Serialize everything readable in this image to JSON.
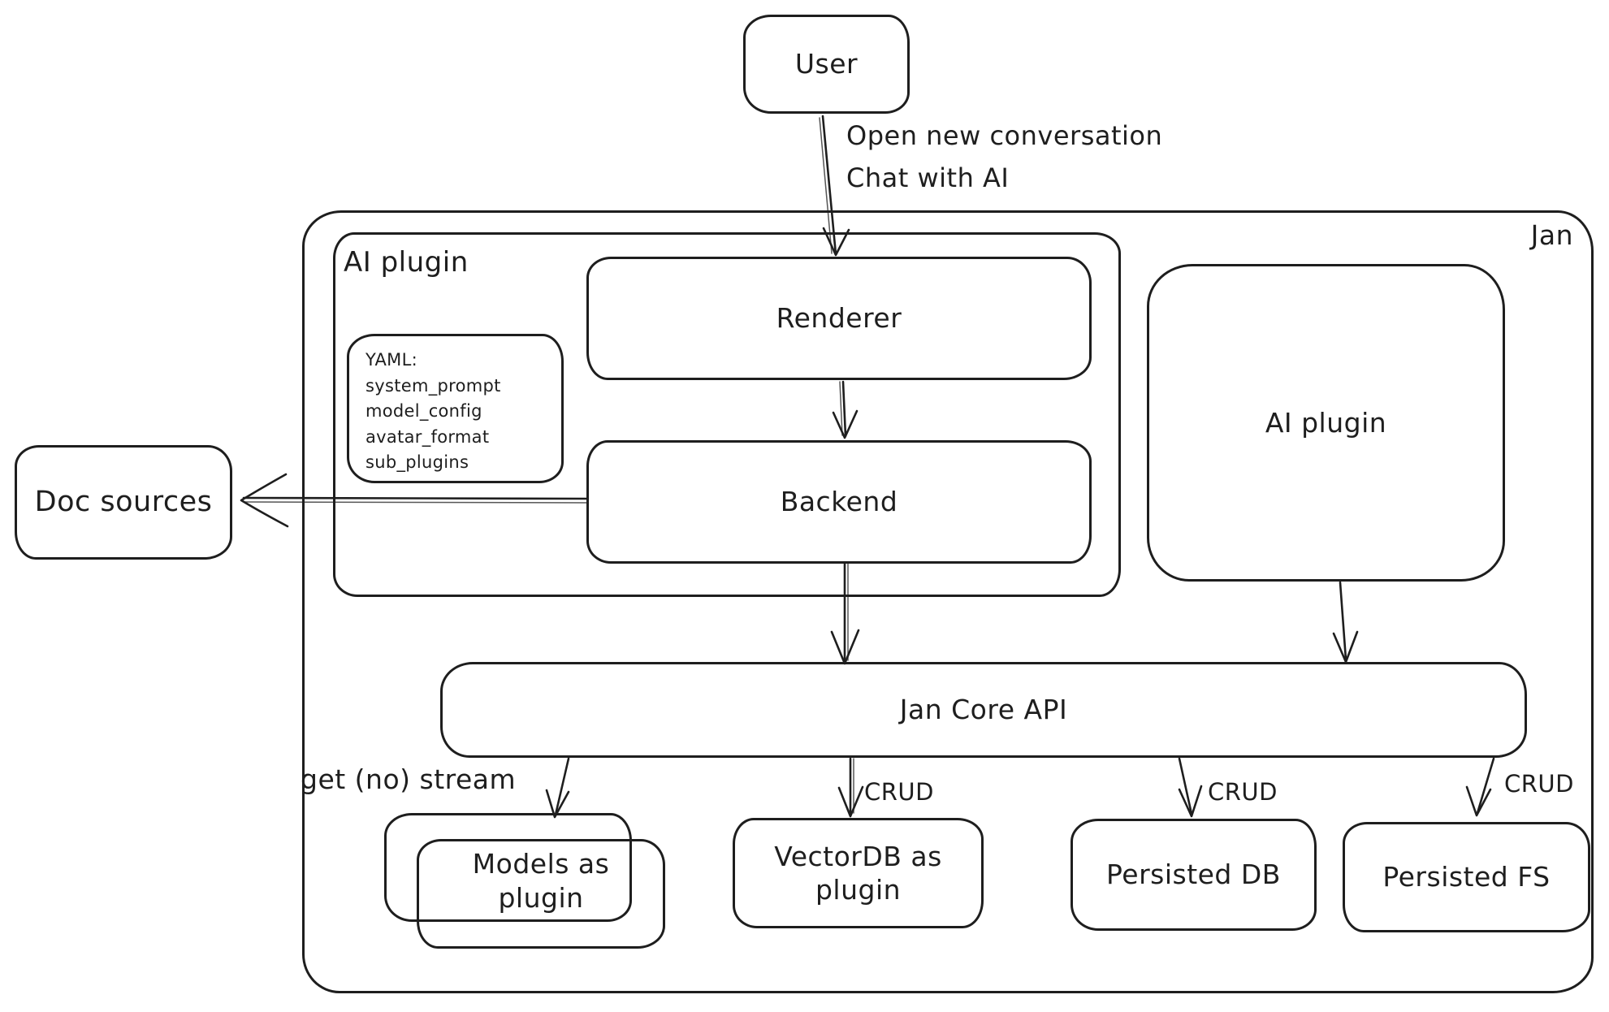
{
  "colors": {
    "stroke": "#1e1e1e",
    "background": "#ffffff"
  },
  "nodes": {
    "user": {
      "label": "User"
    },
    "jan": {
      "label": "Jan"
    },
    "ai_plugin_left": {
      "label": "AI plugin"
    },
    "renderer": {
      "label": "Renderer"
    },
    "yaml_note": {
      "lines": [
        "YAML:",
        "system_prompt",
        "model_config",
        "avatar_format",
        "sub_plugins"
      ]
    },
    "backend": {
      "label": "Backend"
    },
    "ai_plugin_right": {
      "label": "AI plugin"
    },
    "doc_sources": {
      "label": "Doc sources"
    },
    "jan_core_api": {
      "label": "Jan Core API"
    },
    "models_plugin": {
      "label": "Models as plugin"
    },
    "vectordb_plugin": {
      "label": "VectorDB as plugin"
    },
    "persisted_db": {
      "label": "Persisted DB"
    },
    "persisted_fs": {
      "label": "Persisted FS"
    }
  },
  "edges": {
    "user_to_renderer": {
      "label_line1": "Open new conversation",
      "label_line2": "Chat with AI"
    },
    "core_to_models": {
      "label": "get (no) stream"
    },
    "core_to_vectordb": {
      "label": "CRUD"
    },
    "core_to_persisted_db": {
      "label": "CRUD"
    },
    "core_to_persisted_fs": {
      "label": "CRUD"
    }
  }
}
